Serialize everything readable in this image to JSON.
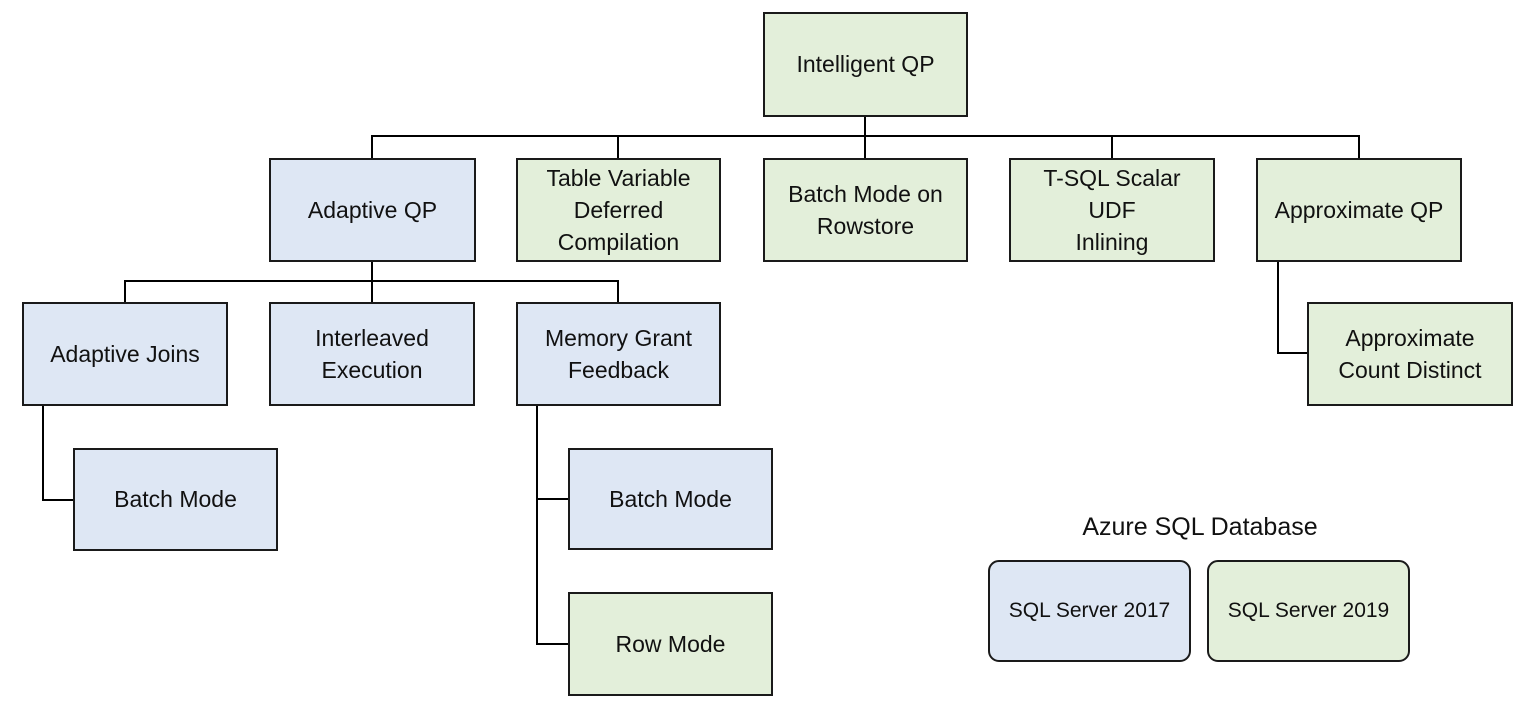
{
  "diagram": {
    "colors": {
      "sql_server_2017": "#dee7f4",
      "sql_server_2019": "#e3efda",
      "border": "#1a1a1a",
      "line": "#000000"
    },
    "nodes": {
      "intelligent_qp": "Intelligent QP",
      "adaptive_qp": "Adaptive QP",
      "table_variable": "Table Variable\nDeferred\nCompilation",
      "batch_mode_rowstore": "Batch Mode on\nRowstore",
      "scalar_udf": "T-SQL Scalar UDF\nInlining",
      "approximate_qp": "Approximate QP",
      "adaptive_joins": "Adaptive Joins",
      "interleaved_execution": "Interleaved\nExecution",
      "memory_grant_feedback": "Memory Grant\nFeedback",
      "approx_count_distinct": "Approximate\nCount Distinct",
      "adaptive_joins_batch_mode": "Batch Mode",
      "memory_grant_batch_mode": "Batch Mode",
      "memory_grant_row_mode": "Row Mode"
    },
    "legend": {
      "title": "Azure SQL Database",
      "sql_server_2017": "SQL Server 2017",
      "sql_server_2019": "SQL Server 2019"
    }
  }
}
